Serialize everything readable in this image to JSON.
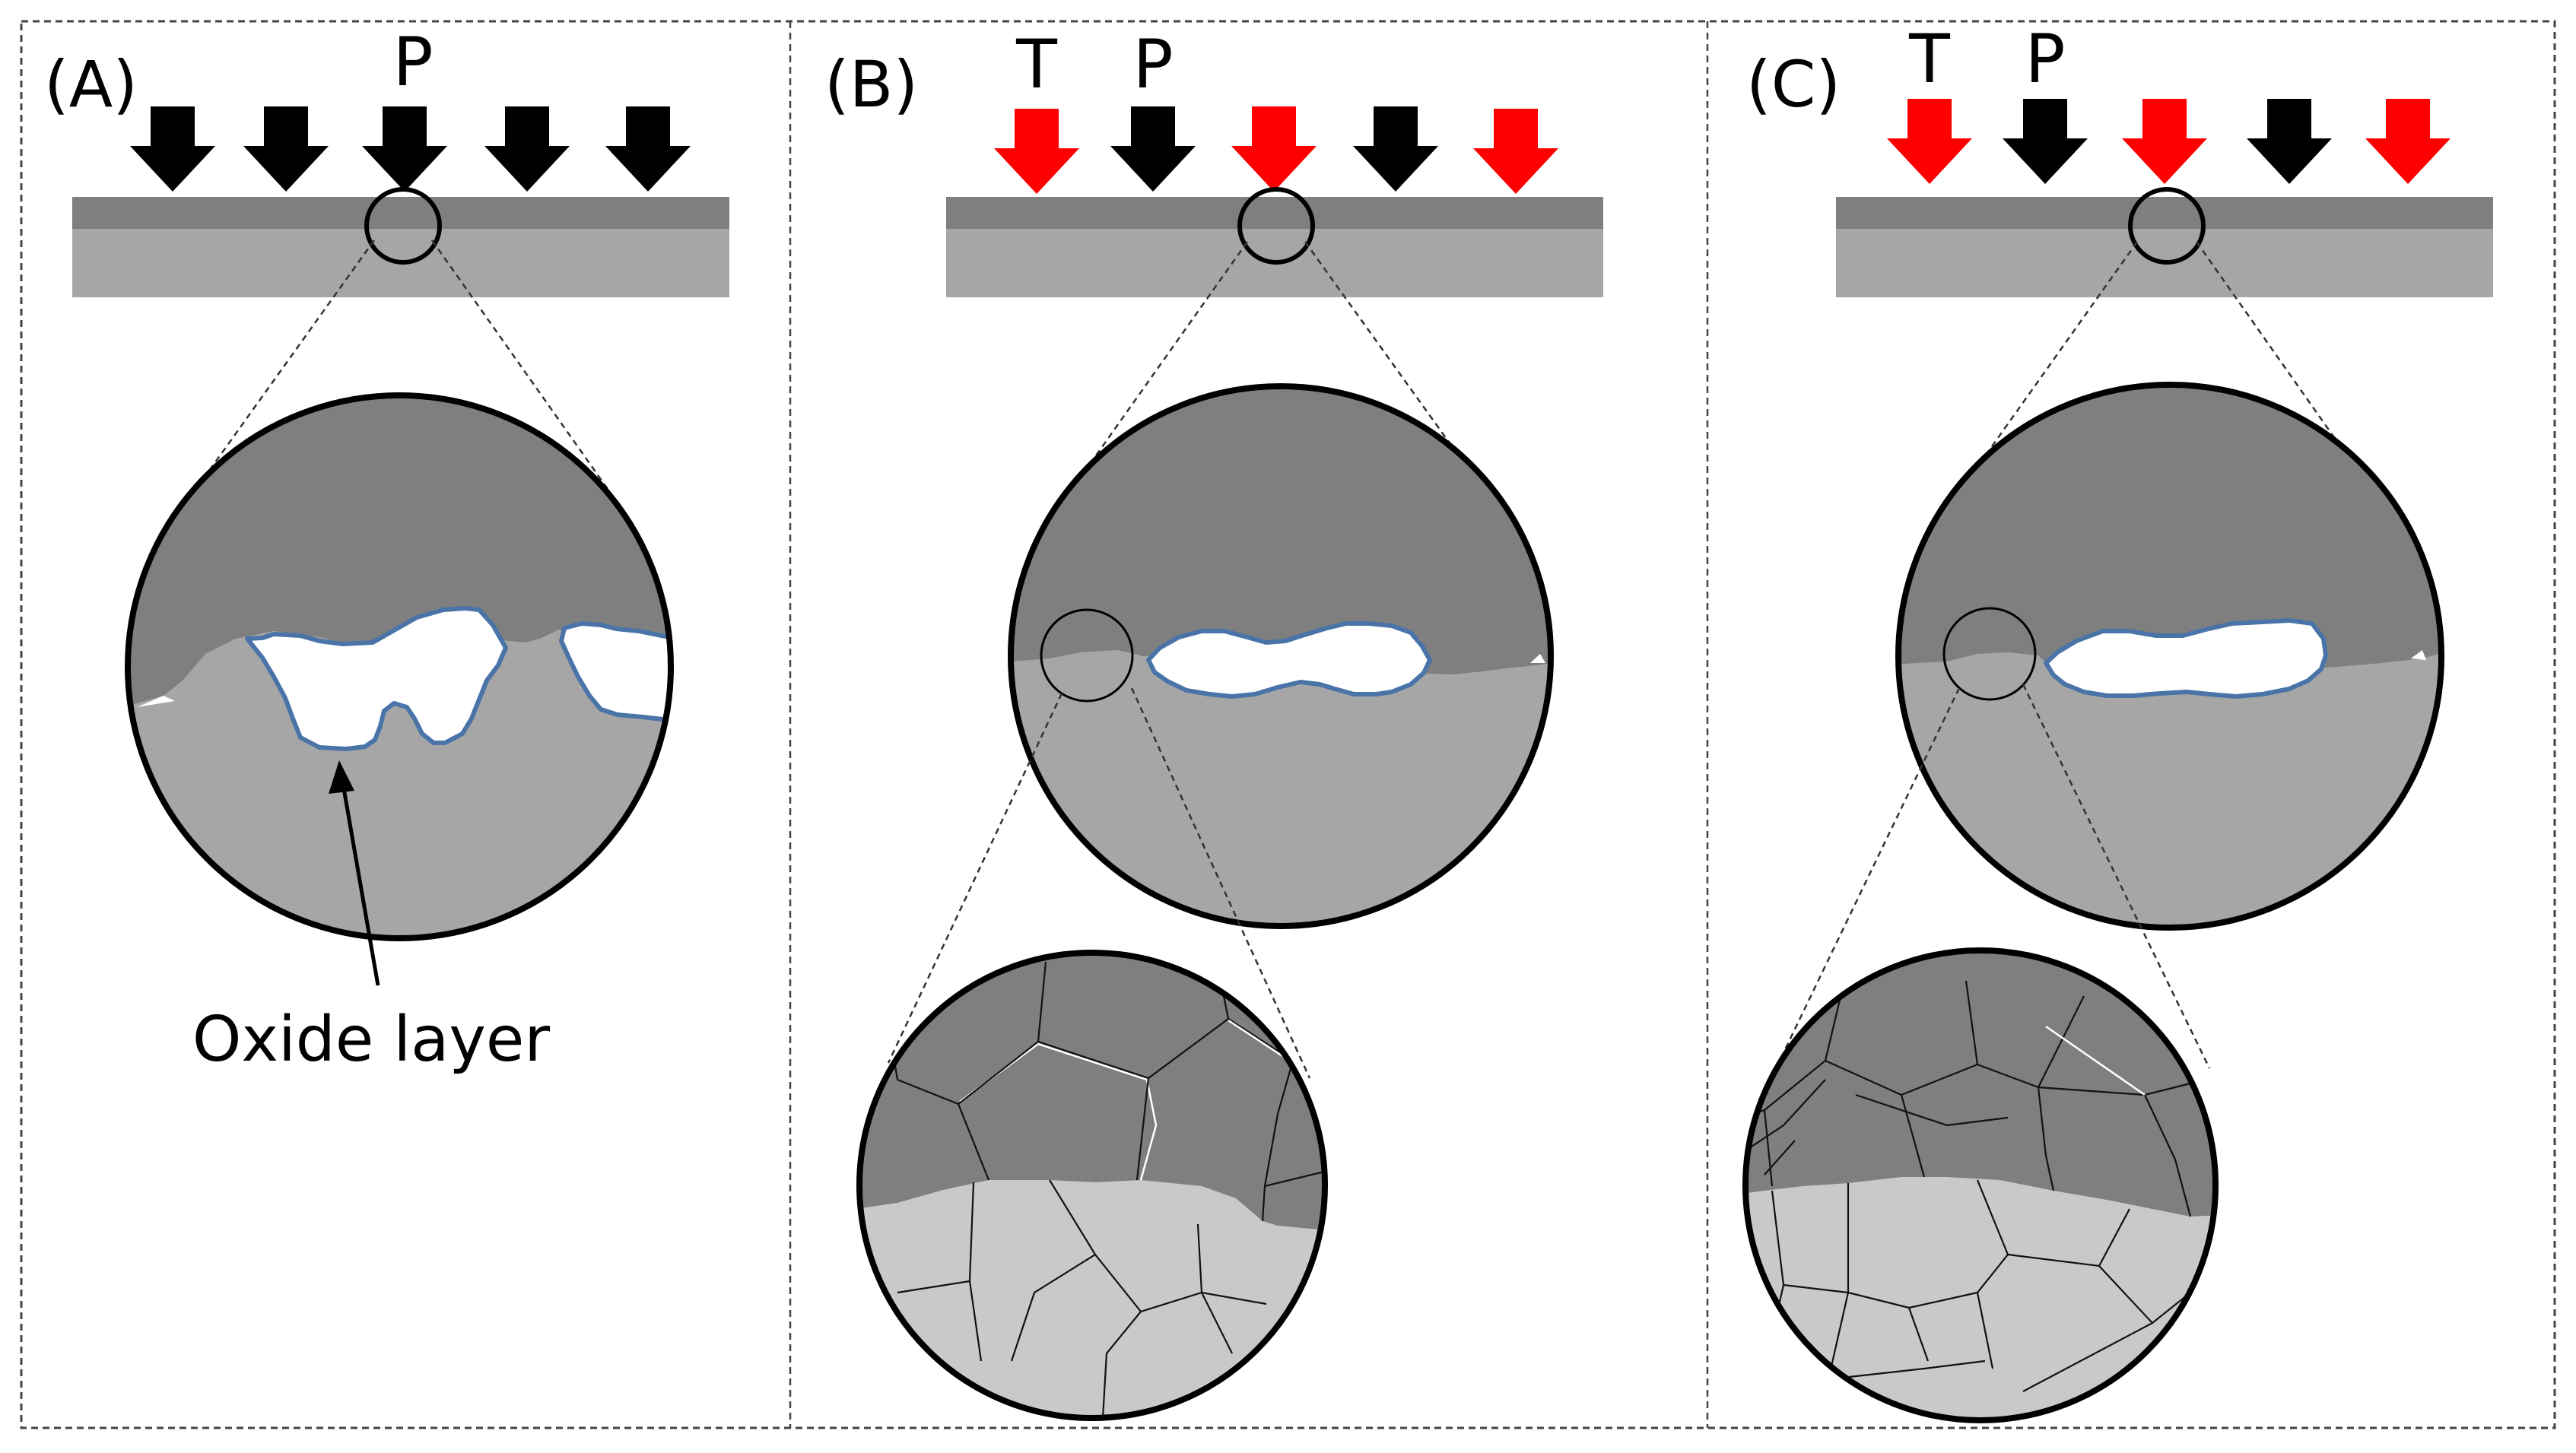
{
  "panels": [
    {
      "label": "(A)",
      "arrow_labels": [
        "P"
      ],
      "arrow_colors": [
        "black",
        "black",
        "black",
        "black",
        "black"
      ],
      "callout": "Oxide layer"
    },
    {
      "label": "(B)",
      "arrow_labels": [
        "T",
        "P"
      ],
      "arrow_colors": [
        "red",
        "black",
        "red",
        "black",
        "red"
      ],
      "callout": ""
    },
    {
      "label": "(C)",
      "arrow_labels": [
        "T",
        "P"
      ],
      "arrow_colors": [
        "red",
        "black",
        "red",
        "black",
        "red"
      ],
      "callout": ""
    }
  ],
  "colors": {
    "frame": "#444444",
    "pressure_arrow": "#000000",
    "temperature_arrow": "#ff0000",
    "upper_layer": "#7f7f7f",
    "lower_layer": "#a6a6a6",
    "grain_light": "#c9c9c9",
    "void": "#ffffff",
    "oxide_outline": "#4a74a8"
  },
  "icons": {
    "pressure_arrow": "down-arrow-icon",
    "temperature_arrow": "down-arrow-icon"
  }
}
